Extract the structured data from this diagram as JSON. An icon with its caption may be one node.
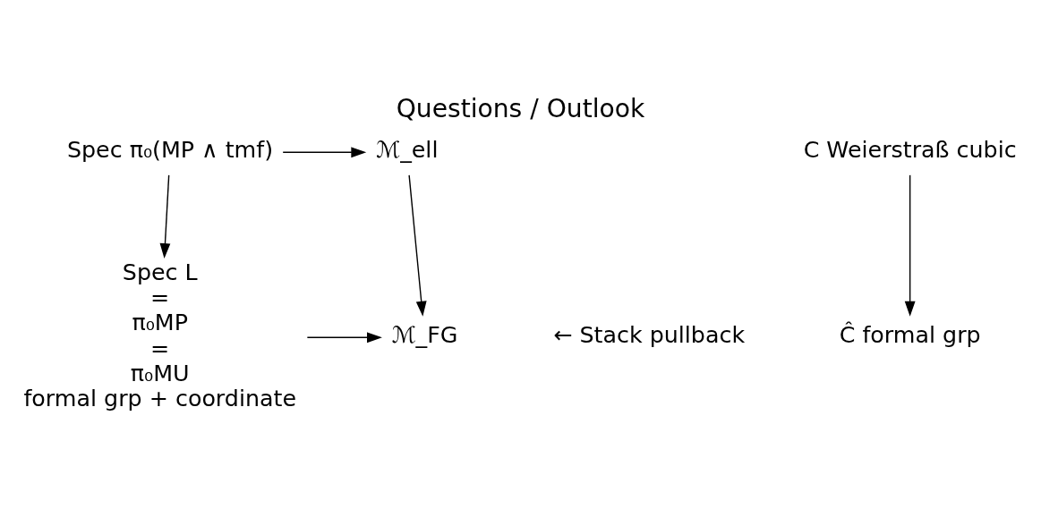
{
  "diagram": {
    "title": "Questions / Outlook",
    "nodes": [
      {
        "text": [
          "Spec π₀(MP ∧ tmf)"
        ]
      },
      {
        "text": [
          "ℳ_ell"
        ]
      },
      {
        "text": [
          "Spec L"
        ],
        "beside": [
          "=",
          "π₀MP",
          "=",
          "π₀MU",
          "formal grp + coordinate"
        ]
      },
      {
        "text": [
          "ℳ_FG"
        ]
      },
      {
        "text": [
          "C Weierstraß cubic"
        ]
      },
      {
        "text": [
          "Ĉ formal grp"
        ]
      }
    ],
    "edges": [
      {
        "from": 0,
        "to": 1,
        "arrow": "to"
      },
      {
        "from": 0,
        "to": 2,
        "arrow": "to"
      },
      {
        "from": 1,
        "to": 3,
        "arrow": "to"
      },
      {
        "from": 2,
        "to": 3,
        "arrow": "to"
      },
      {
        "from": 4,
        "to": 5,
        "arrow": "to"
      }
    ],
    "labels": [
      "← Stack pullback"
    ]
  }
}
